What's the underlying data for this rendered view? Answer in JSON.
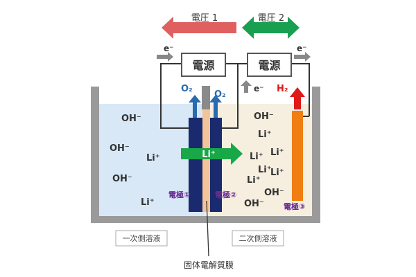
{
  "arrows": {
    "voltage1": "電圧 1",
    "voltage2": "電圧 2"
  },
  "power": {
    "left": "電源",
    "right": "電源"
  },
  "electron": {
    "left": "e⁻",
    "middle": "e⁻",
    "right": "e⁻"
  },
  "gases": {
    "o2_left": "O₂",
    "o2_right": "O₂",
    "h2": "H₂"
  },
  "ions": {
    "primary": [
      "OH⁻",
      "OH⁻",
      "Li⁺",
      "OH⁻",
      "Li⁺"
    ],
    "secondary": [
      "OH⁻",
      "Li⁺",
      "Li⁺",
      "Li⁺",
      "Li⁺",
      "Li⁺",
      "Li⁺",
      "OH⁻",
      "OH⁻"
    ],
    "membrane_li": "Li⁺"
  },
  "electrodes": {
    "e1": "電極①",
    "e2": "電極②",
    "e3": "電極③"
  },
  "solutions": {
    "primary": "一次側溶液",
    "secondary": "二次側溶液"
  },
  "membrane_label": "固体電解質膜",
  "colors": {
    "voltage1": "#e06060",
    "voltage2": "#18a050",
    "primary_bg": "#d8e8f6",
    "secondary_bg": "#f6efe0",
    "electrode_dark": "#1a2a6e",
    "membrane": "#f2c49a",
    "electrode3": "#f07e12",
    "h2_arrow": "#e01818",
    "o2_arrow": "#2a6ab0",
    "li_arrow": "#18a848",
    "electrode_label": "#6a2c92"
  }
}
